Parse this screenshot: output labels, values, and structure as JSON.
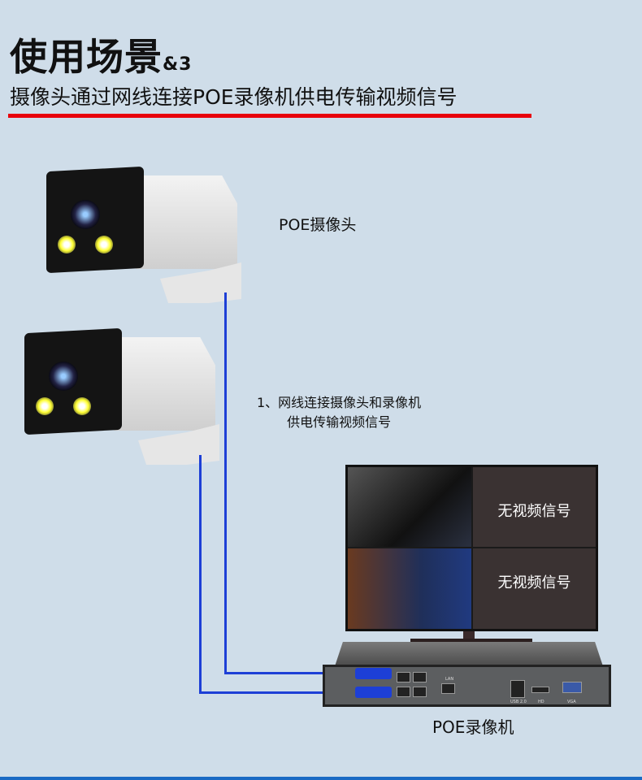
{
  "header": {
    "title": "使用场景",
    "title_suffix": "&3",
    "subtitle": "摄像头通过网线连接POE录像机供电传输视频信号"
  },
  "labels": {
    "poe_camera": "POE摄像头",
    "step_line1": "1、网线连接摄像头和录像机",
    "step_line2": "供电传输视频信号",
    "poe_nvr": "POE录像机"
  },
  "monitor": {
    "panels": [
      {
        "text": ""
      },
      {
        "text": "无视频信号"
      },
      {
        "text": ""
      },
      {
        "text": "无视频信号"
      }
    ]
  },
  "nvr": {
    "port_labels": {
      "lan": "LAN",
      "usb": "USB 2.0",
      "hdmi": "HD",
      "vga": "VGA"
    }
  },
  "colors": {
    "background": "#cfdde9",
    "accent_line": "#e8000b",
    "cable": "#1d3fd6"
  }
}
